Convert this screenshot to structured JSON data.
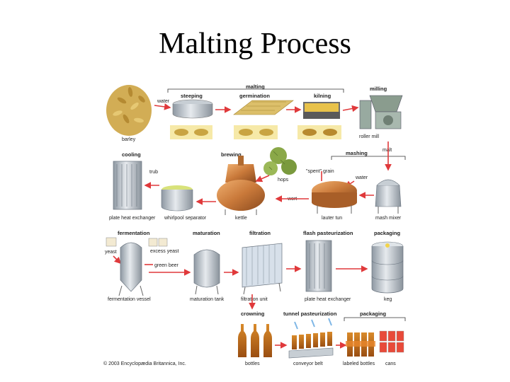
{
  "title": "Malting Process",
  "sections": {
    "malting": "malting",
    "milling": "milling",
    "steeping": "steeping",
    "germination": "germination",
    "kilning": "kilning",
    "mashing": "mashing",
    "cooling": "cooling",
    "brewing": "brewing",
    "fermentation": "fermentation",
    "maturation": "maturation",
    "filtration": "filtration",
    "flash_pasteurization": "flash pasteurization",
    "packaging": "packaging",
    "crowning": "crowning",
    "tunnel_pasteurization": "tunnel pasteurization",
    "packaging2": "packaging"
  },
  "labels": {
    "water": "water",
    "barley": "barley",
    "roller_mill": "roller mill",
    "malt": "malt",
    "spent_grain": "\"spent\" grain",
    "hops": "hops",
    "water2": "water",
    "trub": "trub",
    "wort": "wort",
    "plate_heat_exchanger": "plate heat exchanger",
    "whirlpool_separator": "whirlpool separator",
    "kettle": "kettle",
    "lauter_tun": "lauter tun",
    "mash_mixer": "mash mixer",
    "yeast": "yeast",
    "excess_yeast": "excess yeast",
    "green_beer": "green beer",
    "fermentation_vessel": "fermentation vessel",
    "maturation_tank": "maturation tank",
    "filtration_unit": "filtration unit",
    "plate_heat_exchanger2": "plate heat exchanger",
    "keg": "keg",
    "bottles": "bottles",
    "conveyor_belt": "conveyor belt",
    "labeled_bottles": "labeled bottles",
    "cans": "cans"
  },
  "copyright": "© 2003 Encyclopædia Britannica, Inc.",
  "colors": {
    "arrow": "#e0393b",
    "copper": "#c9793a",
    "steel": "#b8c0c8",
    "grain": "#d9b75a",
    "hops": "#8aa848"
  }
}
